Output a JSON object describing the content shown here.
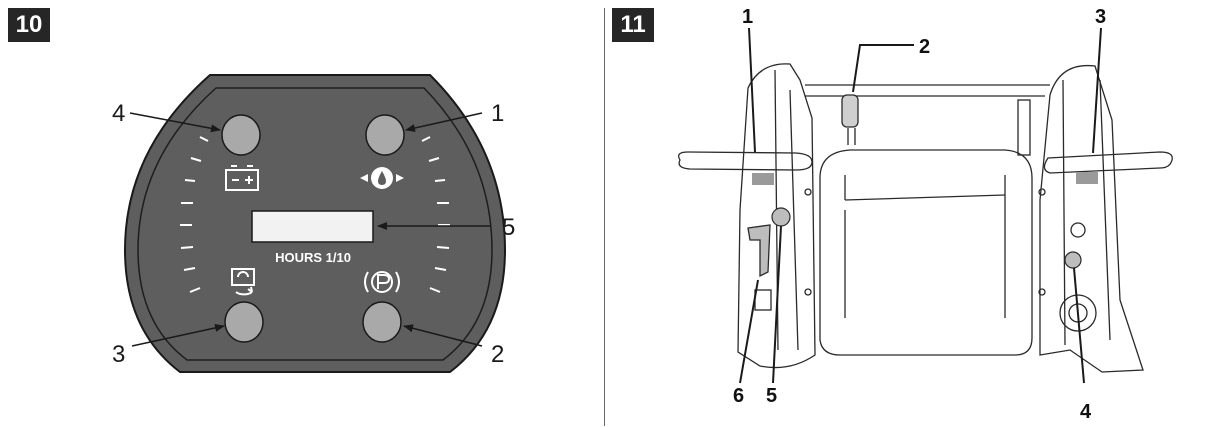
{
  "figure_a": {
    "number": "10",
    "display_label": "HOURS 1/10",
    "callouts": [
      "1",
      "2",
      "3",
      "4",
      "5"
    ],
    "icons": [
      "battery-icon",
      "oil-pressure-icon",
      "transmission-icon",
      "parking-brake-icon"
    ],
    "colors": {
      "panel": "#5e5e5e",
      "lamp": "#a9a9a9",
      "display": "#f2f2f2"
    }
  },
  "figure_b": {
    "number": "11",
    "callouts": [
      "1",
      "2",
      "3",
      "4",
      "5",
      "6"
    ]
  }
}
